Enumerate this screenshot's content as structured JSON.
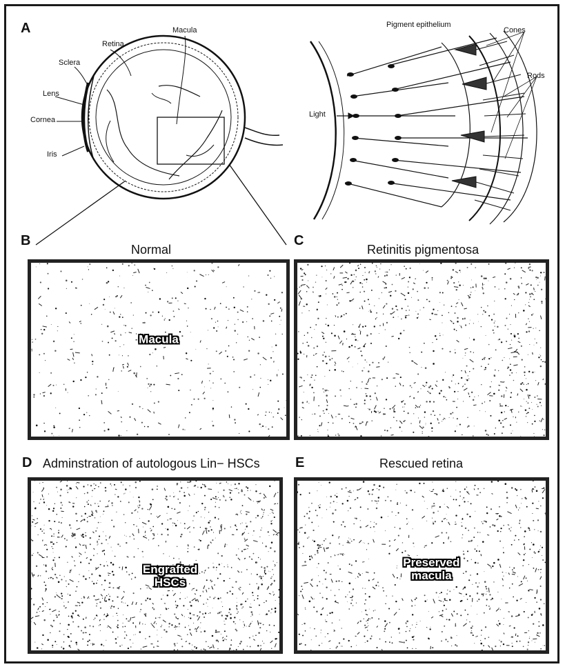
{
  "panel_a": {
    "letter": "A",
    "labels": {
      "macula": "Macula",
      "retina": "Retina",
      "sclera": "Sclera",
      "lens": "Lens",
      "cornea": "Cornea",
      "iris": "Iris",
      "pigment_epithelium": "Pigment epithelium",
      "cones": "Cones",
      "rods": "Rods",
      "light": "Light"
    }
  },
  "panel_b": {
    "letter": "B",
    "title": "Normal",
    "overlay": "Macula"
  },
  "panel_c": {
    "letter": "C",
    "title": "Retinitis pigmentosa"
  },
  "panel_d": {
    "letter": "D",
    "title": "Adminstration of autologous Lin− HSCs",
    "overlay_line1": "Engrafted",
    "overlay_line2": "HSCs"
  },
  "panel_e": {
    "letter": "E",
    "title": "Rescued retina",
    "overlay_line1": "Preserved",
    "overlay_line2": "macula"
  }
}
